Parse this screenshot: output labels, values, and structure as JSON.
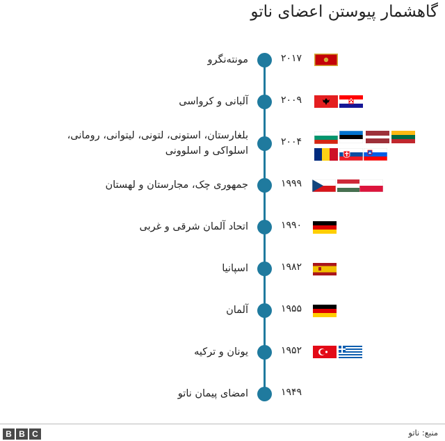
{
  "title": "گاهشمار پیوستن اعضای ناتو",
  "rows": [
    {
      "year": "۲۰۱۷",
      "label": "مونته‌نگرو"
    },
    {
      "year": "۲۰۰۹",
      "label": "آلبانی و کرواسی"
    },
    {
      "year": "۲۰۰۴",
      "label": "بلغارستان، استونی، لتونی، لیتوانی، رومانی، اسلواکی و اسلوونی"
    },
    {
      "year": "۱۹۹۹",
      "label": "جمهوری چک، مجارستان و لهستان"
    },
    {
      "year": "۱۹۹۰",
      "label": "اتحاد آلمان شرقی و غربی"
    },
    {
      "year": "۱۹۸۲",
      "label": "اسپانیا"
    },
    {
      "year": "۱۹۵۵",
      "label": "آلمان"
    },
    {
      "year": "۱۹۵۲",
      "label": "یونان و ترکیه"
    },
    {
      "year": "۱۹۴۹",
      "label": "امضای پیمان ناتو"
    }
  ],
  "flags": {
    "row0": [
      "montenegro-flag"
    ],
    "row1": [
      "albania-flag",
      "croatia-flag"
    ],
    "row2": [
      "bulgaria-flag",
      "estonia-flag",
      "latvia-flag",
      "lithuania-flag",
      "romania-flag",
      "slovakia-flag",
      "slovenia-flag"
    ],
    "row3": [
      "czech-flag",
      "hungary-flag",
      "poland-flag"
    ],
    "row4": [
      "germany-flag"
    ],
    "row5": [
      "spain-flag"
    ],
    "row6": [
      "germany-flag"
    ],
    "row7": [
      "turkey-flag",
      "greece-flag"
    ]
  },
  "colors": {
    "timeline": "#1f7a9e"
  },
  "footer": {
    "logo": "BBC",
    "source": "منبع: ناتو"
  }
}
